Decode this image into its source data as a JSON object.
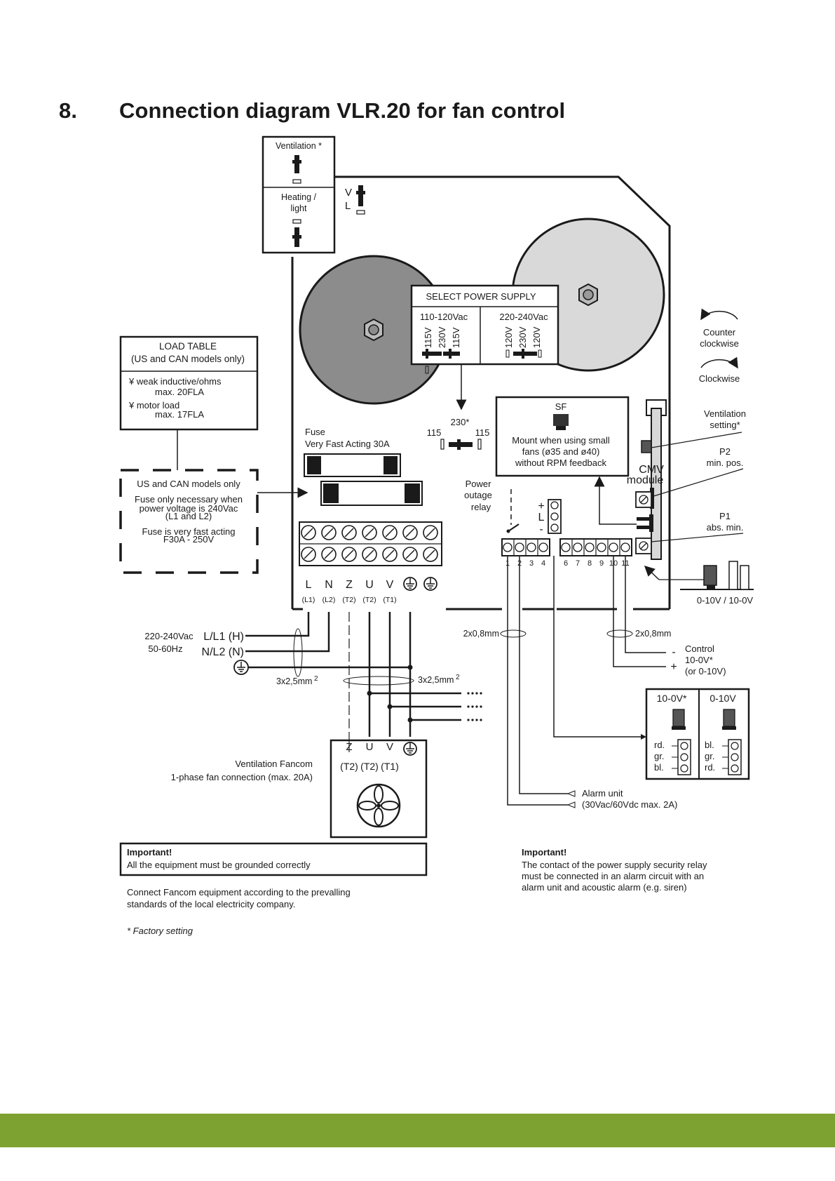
{
  "heading": {
    "number": "8.",
    "title": "Connection diagram VLR.20 for fan control"
  },
  "colors": {
    "footer_band": "#7ea232",
    "disc_dark": "#8c8c8c",
    "disc_light": "#d9d9d9",
    "line": "#1a1a1a"
  },
  "jumper_box": {
    "ventilation": "Ventilation *",
    "heating": "Heating /",
    "light": "light"
  },
  "board_vl": {
    "v": "V",
    "l": "L"
  },
  "power_supply": {
    "title": "SELECT POWER SUPPLY",
    "left_range": "110-120Vac",
    "right_range": "220-240Vac",
    "left_labels": [
      "115V",
      "230V",
      "115V"
    ],
    "right_labels": [
      "120V",
      "230V",
      "120V"
    ],
    "sel_left": "115",
    "sel_mid": "230*",
    "sel_right": "115"
  },
  "rotation": {
    "counter": "Counter",
    "counter2": "clockwise",
    "clockwise": "Clockwise"
  },
  "load_table": {
    "title1": "LOAD TABLE",
    "title2": "(US and CAN models only)",
    "line1": "¥ weak inductive/ohms",
    "line2": "max. 20FLA",
    "line3": "¥ motor load",
    "line4": "max. 17FLA"
  },
  "fuse": {
    "label1": "Fuse",
    "label2": "Very Fast Acting 30A"
  },
  "us_note": {
    "title": "US and CAN models only",
    "l1": "Fuse only necessary when",
    "l2": "power voltage is 240Vac",
    "l3": "(L1 and L2)",
    "l4": "Fuse is very fast acting",
    "l5": "F30A - 250V"
  },
  "sf_box": {
    "title": "SF",
    "l1": "Mount when using small",
    "l2": "fans (ø35 and ø40)",
    "l3": "without RPM feedback"
  },
  "cmv": {
    "l1": "CMV",
    "l2": "module"
  },
  "right_labels": {
    "vent1": "Ventilation",
    "vent2": "setting*",
    "p2a": "P2",
    "p2b": "min. pos.",
    "p1a": "P1",
    "p1b": "abs. min.",
    "v010": "0-10V / 10-0V"
  },
  "relay": {
    "l1": "Power",
    "l2": "outage",
    "l3": "relay",
    "plus": "+",
    "L": "L",
    "minus": "-"
  },
  "terminals": {
    "letters": [
      "L",
      "N",
      "Z",
      "U",
      "V"
    ],
    "sub": [
      "(L1)",
      "(L2)",
      "(T2)",
      "(T2)",
      "(T1)"
    ],
    "relay_nums": [
      "1",
      "2",
      "3",
      "4"
    ],
    "ctrl_nums": [
      "6",
      "7",
      "8",
      "9",
      "10",
      "11"
    ]
  },
  "supply": {
    "volt": "220-240Vac",
    "hz": "50-60Hz",
    "l1": "L/L1 (H)",
    "l2": "N/L2 (N)"
  },
  "cables": {
    "c1": "3x2,5mm",
    "c2": "3x2,5mm",
    "sup": "2",
    "c3": "2x0,8mm",
    "c4": "2x0,8mm"
  },
  "control": {
    "minus": "-",
    "plus": "+",
    "l1": "Control",
    "l2": "10-0V*",
    "l3": "(or 0-10V)"
  },
  "modes": {
    "left": "10-0V*",
    "right": "0-10V",
    "left_wires": [
      "rd.",
      "gr.",
      "bl."
    ],
    "right_wires": [
      "bl.",
      "gr.",
      "rd."
    ]
  },
  "fan": {
    "letters": [
      "Z",
      "U",
      "V"
    ],
    "sub": [
      "(T2)",
      "(T2)",
      "(T1)"
    ],
    "l1": "Ventilation Fancom",
    "l2": "1-phase fan connection (max. 20A)"
  },
  "alarm": {
    "l1": "Alarm unit",
    "l2": "(30Vac/60Vdc max. 2A)"
  },
  "important_left": {
    "title": "Important!",
    "text": "All the equipment must be grounded correctly"
  },
  "connect_note": {
    "l1": "Connect Fancom equipment according to the prevalling",
    "l2": "standards of the local electricity company."
  },
  "factory": "* Factory setting",
  "important_right": {
    "title": "Important!",
    "l1": "The contact of the power supply security relay",
    "l2": "must be connected in an alarm circuit with an",
    "l3": "alarm unit and acoustic alarm (e.g. siren)"
  }
}
